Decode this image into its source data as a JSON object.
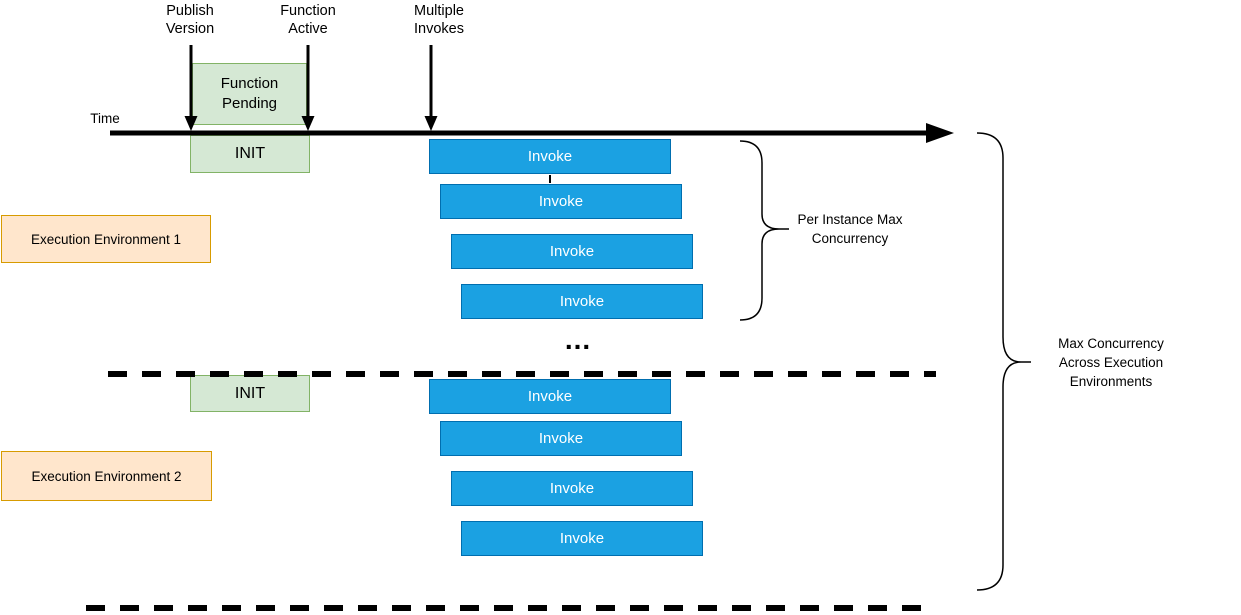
{
  "diagram": {
    "timeline_label": "Time",
    "ellipsis": "...",
    "milestones": {
      "publish_version": {
        "line1": "Publish",
        "line2": "Version"
      },
      "function_active": {
        "line1": "Function",
        "line2": "Active"
      },
      "multiple_invokes": {
        "line1": "Multiple",
        "line2": "Invokes"
      }
    },
    "function_pending": {
      "line1": "Function",
      "line2": "Pending"
    },
    "environments": [
      {
        "label": "Execution Environment 1",
        "init": "INIT",
        "invokes": [
          "Invoke",
          "Invoke",
          "Invoke",
          "Invoke"
        ]
      },
      {
        "label": "Execution Environment 2",
        "init": "INIT",
        "invokes": [
          "Invoke",
          "Invoke",
          "Invoke",
          "Invoke"
        ]
      }
    ],
    "brackets": {
      "per_instance": {
        "line1": "Per Instance Max",
        "line2": "Concurrency"
      },
      "max_concurrency": {
        "line1": "Max Concurrency",
        "line2": "Across Execution",
        "line3": "Environments"
      }
    },
    "colors": {
      "green_fill": "#d5e8d4",
      "green_border": "#82b366",
      "orange_fill": "#ffe6cc",
      "orange_border": "#d79b00",
      "blue_fill": "#1ba1e2",
      "blue_border": "#006eaf",
      "invoke_text": "#ffffff",
      "line": "#000000"
    }
  }
}
